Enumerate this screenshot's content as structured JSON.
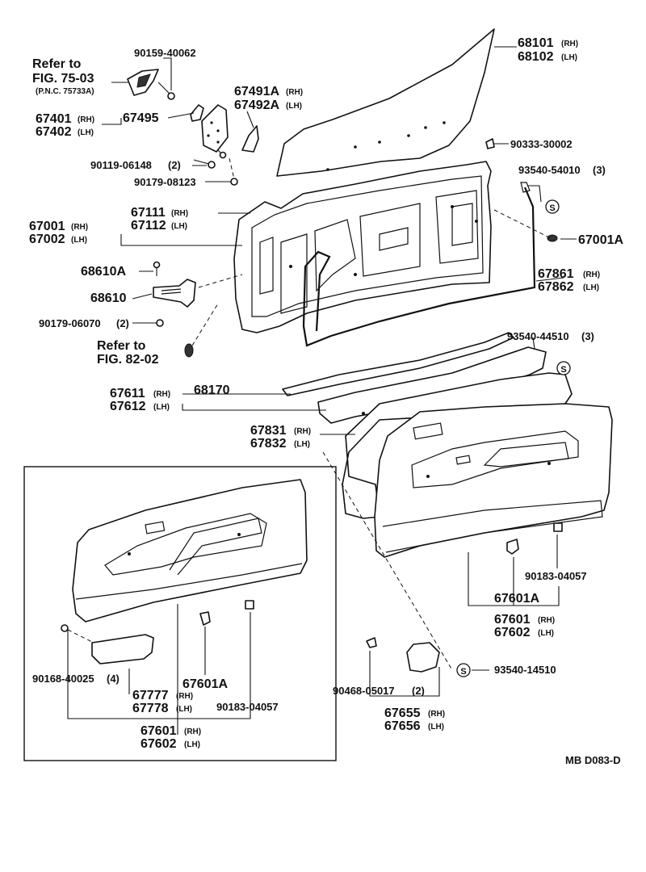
{
  "labels": {
    "refer_fig_75": {
      "line1": "Refer to",
      "line2": "FIG. 75-03",
      "line3": "(P.N.C. 75733A)"
    },
    "refer_fig_82": {
      "line1": "Refer to",
      "line2": "FIG. 82-02"
    },
    "p90159_40062": "90159-40062",
    "p68101": "68101",
    "p68102": "68102",
    "p67491A": "67491A",
    "p67492A": "67492A",
    "p67401": "67401",
    "p67402": "67402",
    "p67495": "67495",
    "p90119_06148": "90119-06148",
    "qty_2a": "(2)",
    "p90179_08123": "90179-08123",
    "p90333_30002": "90333-30002",
    "p93540_54010": "93540-54010",
    "qty_3a": "(3)",
    "p67111": "67111",
    "p67112": "67112",
    "p67001": "67001",
    "p67002": "67002",
    "p67001A": "67001A",
    "p68610A": "68610A",
    "p68610": "68610",
    "p90179_06070": "90179-06070",
    "qty_2b": "(2)",
    "p67861": "67861",
    "p67862": "67862",
    "p93540_44510": "93540-44510",
    "qty_3b": "(3)",
    "p67611": "67611",
    "p67612": "67612",
    "p68170": "68170",
    "p67831": "67831",
    "p67832": "67832",
    "p67601A_r": "67601A",
    "p90183_04057_r": "90183-04057",
    "p67601_r": "67601",
    "p67602_r": "67602",
    "p90168_40025": "90168-40025",
    "qty_4": "(4)",
    "p67777": "67777",
    "p67778": "67778",
    "p67601A_l": "67601A",
    "p90183_04057_l": "90183-04057",
    "p67601_l": "67601",
    "p67602_l": "67602",
    "p93540_14510": "93540-14510",
    "p90468_05017": "90468-05017",
    "qty_2c": "(2)",
    "p67655": "67655",
    "p67656": "67656",
    "rh": "(RH)",
    "lh": "(LH)",
    "s_mark": "S",
    "footer_code": "MB  D083-D"
  }
}
